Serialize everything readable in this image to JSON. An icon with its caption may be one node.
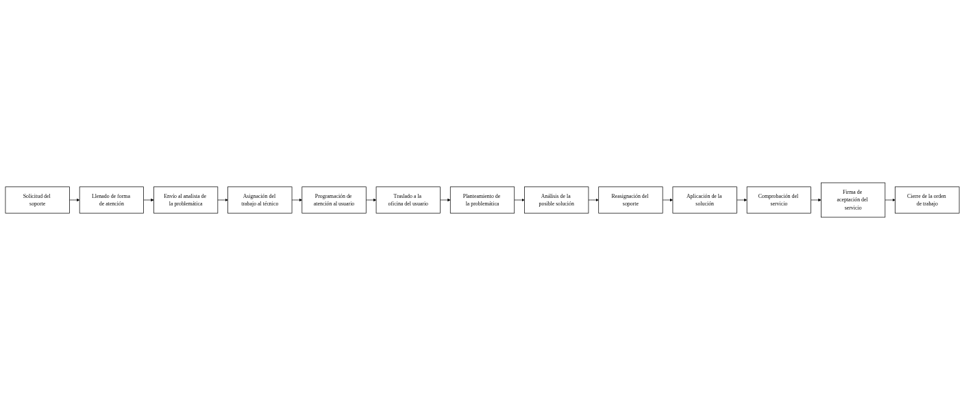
{
  "diagram": {
    "nodes": [
      {
        "text": [
          "Solicitud del soporte"
        ]
      },
      {
        "text": [
          "Llenado de forma de atención"
        ]
      },
      {
        "text": [
          "Envío al analista de la problemática"
        ]
      },
      {
        "text": [
          "Asignación del trabajo al técnico"
        ]
      },
      {
        "text": [
          "Programación de atención al usuario"
        ]
      },
      {
        "text": [
          "Traslado a la oficina del usuario"
        ]
      },
      {
        "text": [
          "Planteamiento de la problemática"
        ]
      },
      {
        "text": [
          "Análisis de la posible solución"
        ]
      },
      {
        "text": [
          "Reasignación del soporte"
        ]
      },
      {
        "text": [
          "Aplicación de la solución"
        ]
      },
      {
        "text": [
          "Comprobación del servicio"
        ]
      },
      {
        "text": [
          "Firma de aceptación del servicio"
        ]
      },
      {
        "text": [
          "Cierre de la orden de trabajo"
        ]
      }
    ],
    "edges": [
      {
        "from": 0,
        "to": 1,
        "arrow": "to"
      },
      {
        "from": 1,
        "to": 2,
        "arrow": "to"
      },
      {
        "from": 2,
        "to": 3,
        "arrow": "to"
      },
      {
        "from": 3,
        "to": 4,
        "arrow": "to"
      },
      {
        "from": 4,
        "to": 5,
        "arrow": "to"
      },
      {
        "from": 5,
        "to": 6,
        "arrow": "to"
      },
      {
        "from": 6,
        "to": 7,
        "arrow": "to"
      },
      {
        "from": 7,
        "to": 8,
        "arrow": "to"
      },
      {
        "from": 8,
        "to": 9,
        "arrow": "to"
      },
      {
        "from": 9,
        "to": 10,
        "arrow": "to"
      },
      {
        "from": 10,
        "to": 11,
        "arrow": "to"
      },
      {
        "from": 11,
        "to": 12,
        "arrow": "to"
      }
    ]
  }
}
